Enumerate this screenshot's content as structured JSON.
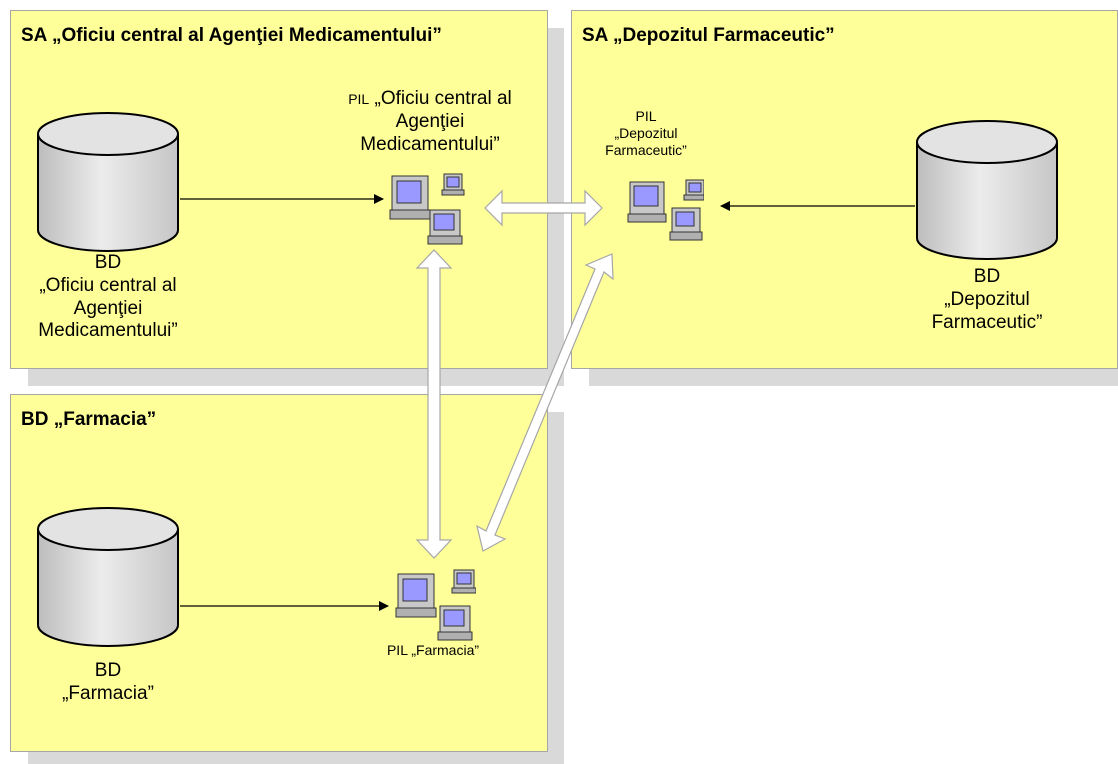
{
  "panels": {
    "oficiu": {
      "title": "SA „Oficiu central al Agenţiei Medicamentului”"
    },
    "depozit": {
      "title": "SA „Depozitul Farmaceutic”"
    },
    "farmacia": {
      "title": "BD „Farmacia”"
    }
  },
  "labels": {
    "oficiu_pil_prefix": "PIL",
    "oficiu_pil_line1": "„Oficiu central al",
    "oficiu_pil_line2": "Agenţiei",
    "oficiu_pil_line3": "Medicamentului”",
    "oficiu_bd_line1": "BD",
    "oficiu_bd_line2": "„Oficiu central al",
    "oficiu_bd_line3": "Agenţiei",
    "oficiu_bd_line4": "Medicamentului”",
    "depozit_pil_line1": "PIL",
    "depozit_pil_line2": "„Depozitul",
    "depozit_pil_line3": "Farmaceutic”",
    "depozit_bd_line1": "BD",
    "depozit_bd_line2": "„Depozitul",
    "depozit_bd_line3": "Farmaceutic”",
    "farmacia_bd_line1": "BD",
    "farmacia_bd_line2": "„Farmacia”",
    "farmacia_pil": "PIL „Farmacia”"
  },
  "icons": {
    "database": "database-cylinder-icon",
    "workstation": "computer-network-icon"
  },
  "colors": {
    "panel_fill": "#ffff99",
    "panel_border": "#a6a6a6",
    "shadow": "#d9d9d9",
    "screen": "#9999ff"
  }
}
